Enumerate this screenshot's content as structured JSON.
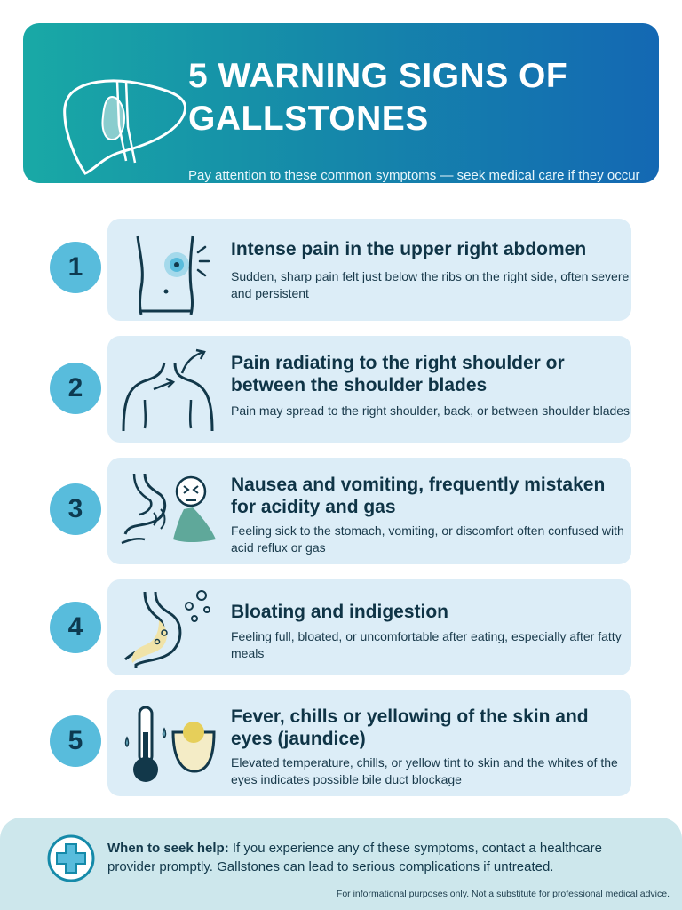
{
  "header": {
    "title": "5 WARNING SIGNS OF\nGALLSTONES",
    "subtitle": "Pay attention to these common symptoms — seek medical care if they occur",
    "icon": "liver-gallbladder-icon"
  },
  "signs": [
    {
      "number": "1",
      "title": "Intense pain in the upper right abdomen",
      "description": "Sudden, sharp pain felt just below the ribs on the right side, often severe and persistent",
      "icon": "abdomen-pain-icon"
    },
    {
      "number": "2",
      "title": "Pain radiating to the right shoulder or between the shoulder blades",
      "description": "Pain may spread to the right shoulder, back, or between shoulder blades",
      "icon": "shoulder-pain-icon"
    },
    {
      "number": "3",
      "title": "Nausea and vomiting, frequently mistaken for acidity and gas",
      "description": "Feeling sick to the stomach, vomiting, or discomfort often confused with acid reflux or gas",
      "icon": "nausea-icon"
    },
    {
      "number": "4",
      "title": "Bloating and indigestion",
      "description": "Feeling full, bloated, or uncomfortable after eating, especially after fatty meals",
      "icon": "stomach-bloating-icon"
    },
    {
      "number": "5",
      "title": "Fever, chills or yellowing of the skin and eyes (jaundice)",
      "description": "Elevated temperature, chills, or yellow tint to skin and the whites of the eyes indicates possible bile duct blockage",
      "icon": "thermometer-eye-icon"
    }
  ],
  "footer": {
    "label": "When to seek help:",
    "text": " If you experience any of these symptoms, contact a healthcare provider promptly. Gallstones can lead to serious complications if untreated.",
    "disclaimer": "For informational purposes only. Not a substitute for professional medical advice.",
    "icon": "medical-cross-icon"
  },
  "colors": {
    "header_start": "#19a9a6",
    "header_end": "#1468b3",
    "card_bg": "#dcedf7",
    "number_badge": "#58bcdc",
    "footer_bg": "#cde7ec",
    "text_dark": "#12384a"
  }
}
